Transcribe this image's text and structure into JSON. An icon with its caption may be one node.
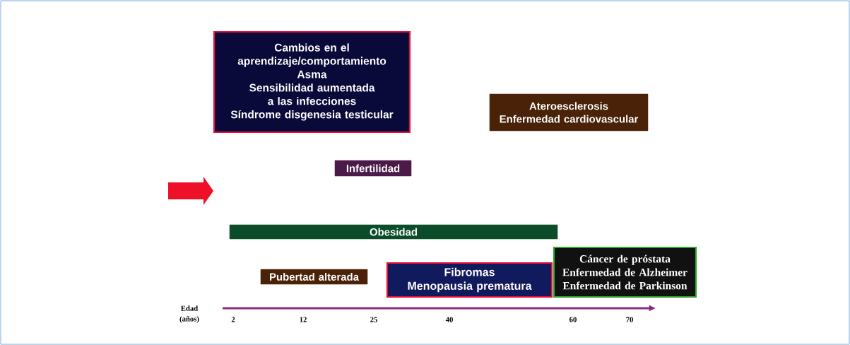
{
  "diagram": {
    "nodes": [
      {
        "text": [
          "Cambios en el aprendizaje/comportamiento",
          "Asma",
          "Sensibilidad aumentada a las infecciones",
          "Síndrome disgenesia testicular"
        ]
      },
      {
        "text": [
          "Ateroesclerosis",
          "Enfermedad cardiovascular"
        ]
      },
      {
        "text": [
          "Infertilidad"
        ]
      },
      {
        "text": [
          "Obesidad"
        ]
      },
      {
        "text": [
          "Pubertad alterada"
        ]
      },
      {
        "text": [
          "Fibromas",
          "Menopausia prematura"
        ]
      },
      {
        "text": [
          "Cáncer de próstata",
          "Enfermedad de Alzheimer",
          "Enfermedad de Parkinson"
        ]
      }
    ],
    "edges": [],
    "labels": [
      "Edad",
      "(años)",
      "2",
      "12",
      "25",
      "40",
      "60",
      "70"
    ]
  }
}
